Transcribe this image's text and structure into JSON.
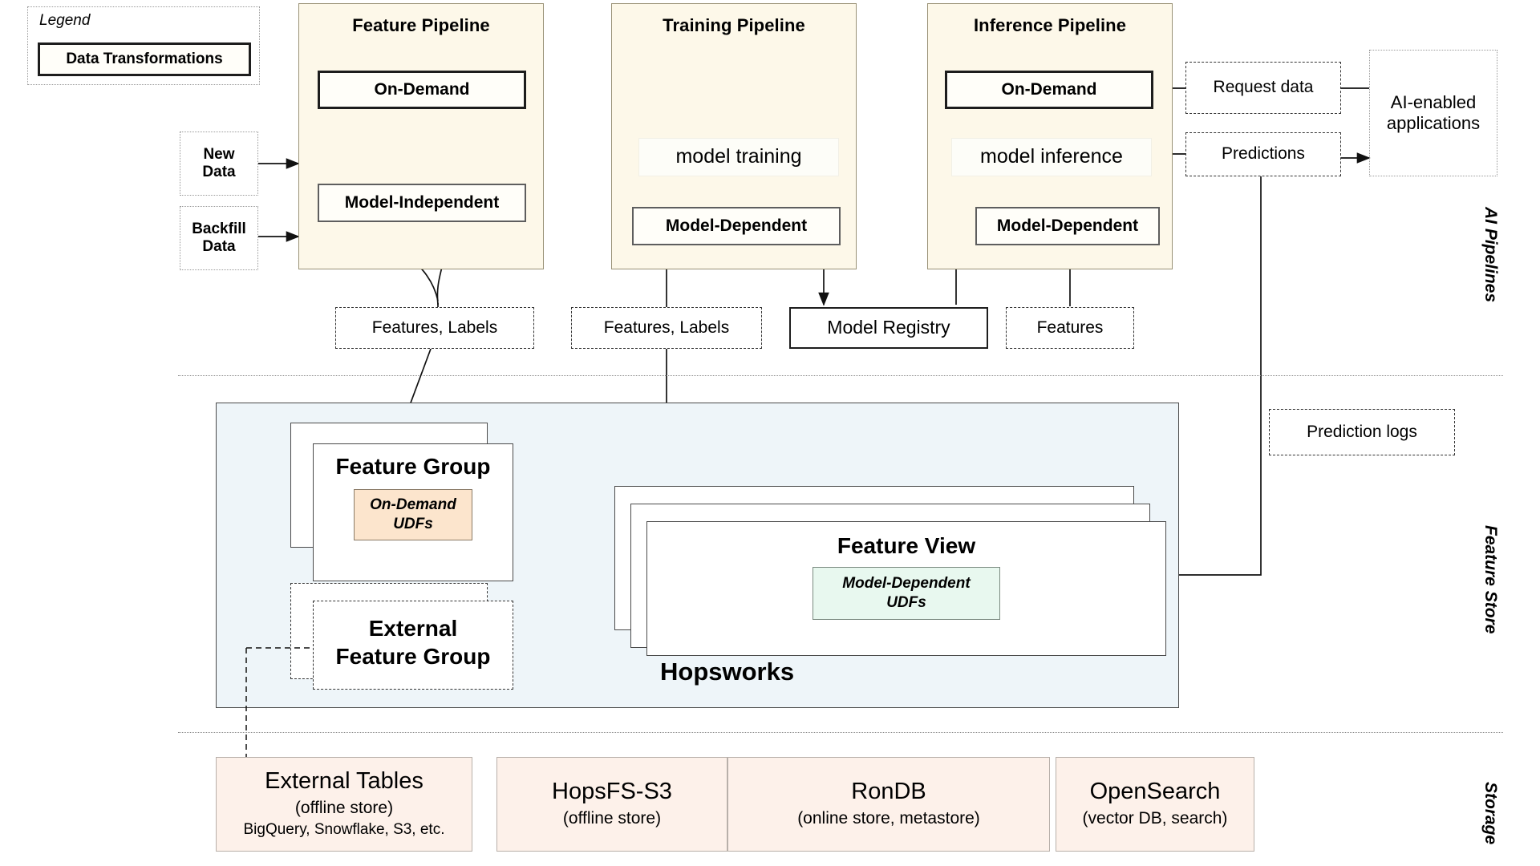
{
  "legend": {
    "title": "Legend",
    "chip_label": "Data Transformations"
  },
  "sources": [
    {
      "id": "new-data",
      "label": "New\nData"
    },
    {
      "id": "backfill-data",
      "label": "Backfill\nData"
    }
  ],
  "pipelines": {
    "feature": {
      "title": "Feature Pipeline",
      "on_demand": "On-Demand",
      "model_independent": "Model-Independent"
    },
    "training": {
      "title": "Training Pipeline",
      "model_training": "model training",
      "model_dependent": "Model-Dependent"
    },
    "inference": {
      "title": "Inference Pipeline",
      "on_demand": "On-Demand",
      "model_inference": "model inference",
      "model_dependent": "Model-Dependent"
    }
  },
  "artifacts": {
    "features_labels_feature": "Features, Labels",
    "features_labels_training": "Features, Labels",
    "model_registry": "Model Registry",
    "features_inference": "Features",
    "request_data": "Request data",
    "predictions": "Predictions",
    "prediction_logs": "Prediction logs",
    "ai_apps": "AI-enabled\napplications"
  },
  "feature_store": {
    "platform_label": "Hopsworks",
    "feature_group": {
      "title": "Feature Group",
      "udf_line1": "On-Demand",
      "udf_line2": "UDFs"
    },
    "external_feature_group": {
      "title": "External\nFeature Group"
    },
    "feature_view": {
      "title": "Feature View",
      "udf_line1": "Model-Dependent",
      "udf_line2": "UDFs"
    }
  },
  "storage": [
    {
      "id": "external-tables",
      "title": "External Tables",
      "sub": "(offline store)",
      "sub2": "BigQuery, Snowflake, S3, etc."
    },
    {
      "id": "hopsfs-s3",
      "title": "HopsFS-S3",
      "sub": "(offline store)",
      "sub2": ""
    },
    {
      "id": "rondb",
      "title": "RonDB",
      "sub": "(online store, metastore)",
      "sub2": ""
    },
    {
      "id": "opensearch",
      "title": "OpenSearch",
      "sub": "(vector DB, search)",
      "sub2": ""
    }
  ],
  "sections": [
    {
      "id": "ai-pipelines",
      "label": "AI Pipelines"
    },
    {
      "id": "feature-store",
      "label": "Feature Store"
    },
    {
      "id": "storage",
      "label": "Storage"
    }
  ],
  "colors": {
    "pipeline_bg": "#fdf8e9",
    "feature_store_bg": "#eef5f9",
    "storage_bg": "#fdf1ea",
    "udf_ondemand_bg": "#fce5cd",
    "udf_modeldep_bg": "#e8f8ef"
  }
}
